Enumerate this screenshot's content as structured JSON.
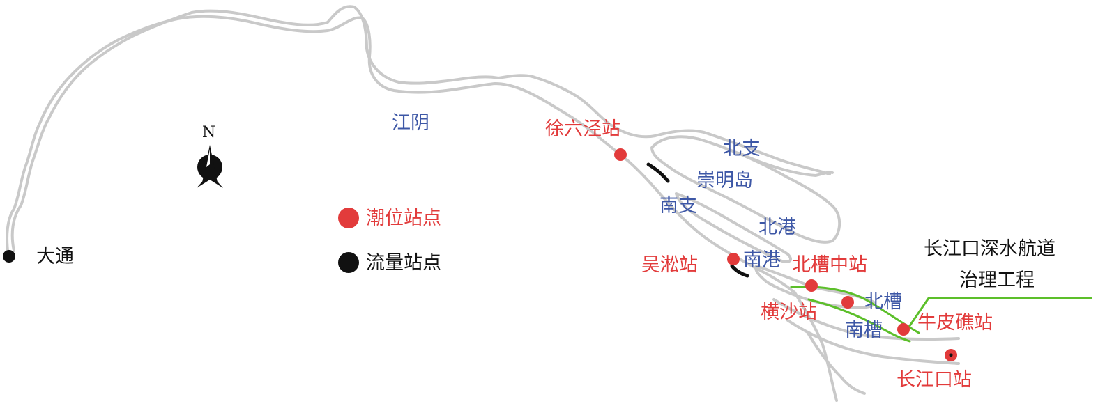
{
  "north": {
    "label": "N"
  },
  "places": {
    "jiangyin": "江阴",
    "beizhi": "北支",
    "chongmingdao": "崇明岛",
    "nanzhi": "南支",
    "beigang": "北港",
    "nangang": "南港",
    "beicao": "北槽",
    "nancao": "南槽"
  },
  "stations": {
    "xuliujing": "徐六泾站",
    "wusong": "吴淞站",
    "beicaozhong": "北槽中站",
    "hengsha": "横沙站",
    "niupijiao": "牛皮礁站",
    "changjiangkou": "长江口站",
    "datong": "大通"
  },
  "project": {
    "line1": "长江口深水航道",
    "line2": "治理工程"
  },
  "legend": {
    "tide": "潮位站点",
    "flow": "流量站点"
  },
  "colors": {
    "river": "#c9c9c9",
    "tide_station": "#e23b3b",
    "flow_station": "#111111",
    "place_label": "#3d57a6",
    "station_label": "#e23b3b",
    "dike": "#5cbf2a"
  }
}
